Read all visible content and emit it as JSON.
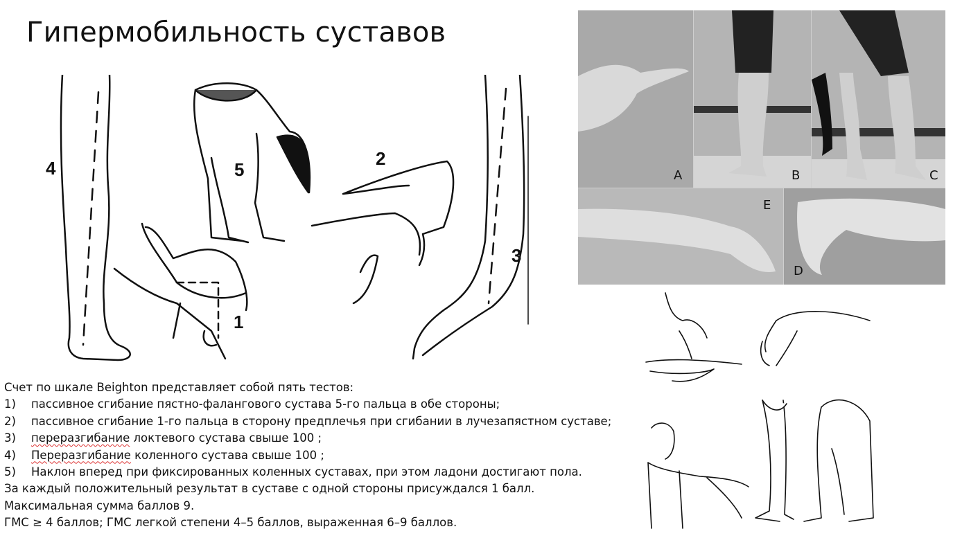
{
  "slide": {
    "title": "Гипермобильность суставов"
  },
  "left_figure": {
    "labels": [
      "4",
      "5",
      "2",
      "1",
      "3"
    ]
  },
  "photo_panel": {
    "labels": [
      "A",
      "B",
      "C",
      "E",
      "D"
    ]
  },
  "body": {
    "intro": "Счет по шкале Beighton представляет собой пять тестов:",
    "items": [
      {
        "num": "1)",
        "text": "пассивное сгибание пястно-фалангового сустава 5-го пальца в обе стороны;"
      },
      {
        "num": "2)",
        "text": "пассивное сгибание 1-го пальца в сторону предплечья при сгибании в лучезапястном суставе;"
      },
      {
        "num": "3)",
        "underlined": "переразгибание",
        "rest": " локтевого сустава свыше 100 ;"
      },
      {
        "num": "4)",
        "underlined": "Переразгибание",
        "rest": " коленного сустава свыше 100 ;"
      },
      {
        "num": "5)",
        "text": "Наклон вперед при фиксированных коленных суставах, при этом ладони достигают пола."
      }
    ],
    "note1": "За каждый положительный результат в суставе с одной стороны присуждался 1 балл.",
    "note2": "Максимальная сумма баллов 9.",
    "note3": "ГМС ≥ 4 баллов; ГМС легкой степени 4–5 баллов, выраженная 6–9  баллов."
  }
}
